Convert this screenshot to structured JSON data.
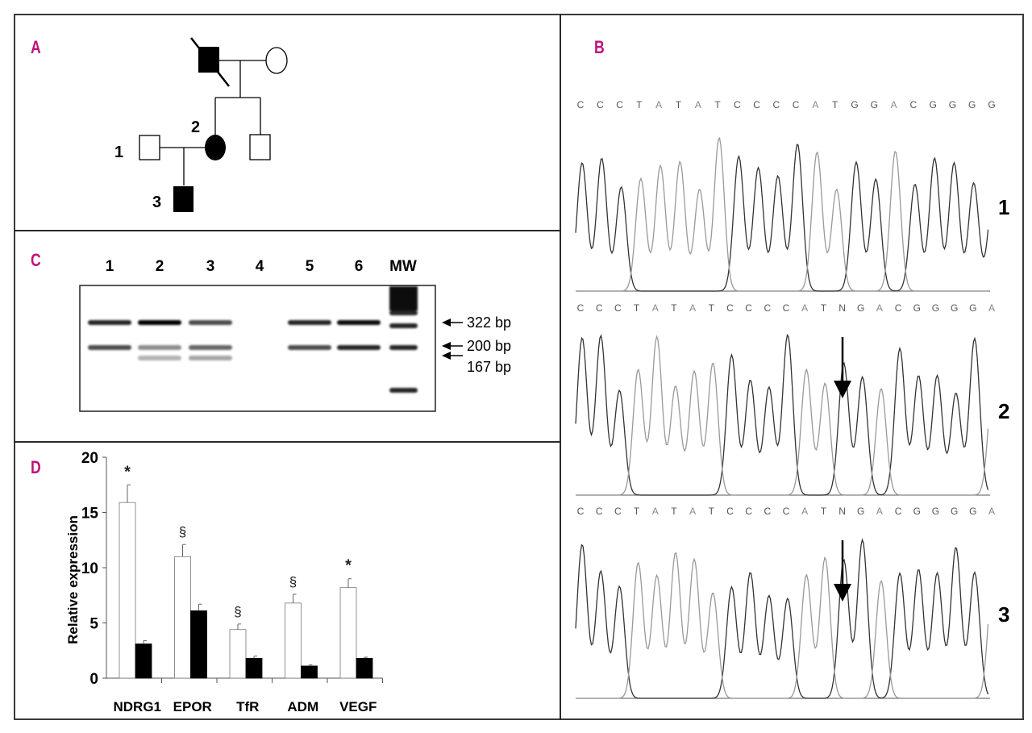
{
  "figure": {
    "panel_labels": {
      "a": "A",
      "b": "B",
      "c": "C",
      "d": "D"
    },
    "accent_color": "#c0117a"
  },
  "pedigree": {
    "individual_labels": [
      "1",
      "2",
      "3"
    ],
    "members": [
      {
        "id": "grandfather",
        "sex": "male",
        "affected": true,
        "deceased": true
      },
      {
        "id": "grandmother",
        "sex": "female",
        "affected": false
      },
      {
        "id": "1",
        "sex": "male",
        "affected": false
      },
      {
        "id": "2",
        "sex": "female",
        "affected": true
      },
      {
        "id": "uncle",
        "sex": "male",
        "affected": false
      },
      {
        "id": "3",
        "sex": "male",
        "affected": true
      }
    ]
  },
  "sequencing": {
    "traces": [
      {
        "label": "1",
        "bases": [
          "C",
          "C",
          "C",
          "T",
          "A",
          "T",
          "A",
          "T",
          "C",
          "C",
          "C",
          "C",
          "A",
          "T",
          "G",
          "G",
          "A",
          "C",
          "G",
          "G",
          "G",
          "G"
        ],
        "mutation_arrow": false
      },
      {
        "label": "2",
        "bases": [
          "C",
          "C",
          "C",
          "T",
          "A",
          "T",
          "A",
          "T",
          "C",
          "C",
          "C",
          "C",
          "A",
          "T",
          "N",
          "G",
          "A",
          "C",
          "G",
          "G",
          "G",
          "G",
          "A"
        ],
        "mutation_arrow": true
      },
      {
        "label": "3",
        "bases": [
          "C",
          "C",
          "C",
          "T",
          "A",
          "T",
          "A",
          "T",
          "C",
          "C",
          "C",
          "C",
          "A",
          "T",
          "N",
          "G",
          "A",
          "C",
          "G",
          "G",
          "G",
          "G",
          "A"
        ],
        "mutation_arrow": true
      }
    ]
  },
  "gel": {
    "lanes": [
      "1",
      "2",
      "3",
      "4",
      "5",
      "6",
      "MW"
    ],
    "size_markers": [
      "322 bp",
      "200 bp",
      "167 bp"
    ],
    "band_pattern": [
      {
        "lane": "1",
        "bands": [
          "322 bp",
          "200 bp"
        ]
      },
      {
        "lane": "2",
        "bands": [
          "322 bp",
          "200 bp",
          "167 bp"
        ]
      },
      {
        "lane": "3",
        "bands": [
          "322 bp",
          "200 bp",
          "167 bp"
        ]
      },
      {
        "lane": "4",
        "bands": []
      },
      {
        "lane": "5",
        "bands": [
          "322 bp",
          "200 bp"
        ]
      },
      {
        "lane": "6",
        "bands": [
          "322 bp",
          "200 bp"
        ]
      },
      {
        "lane": "MW",
        "bands": [
          "ladder"
        ]
      }
    ]
  },
  "chart_data": {
    "type": "bar",
    "title": "",
    "xlabel": "",
    "ylabel": "Relative expression",
    "categories": [
      "NDRG1",
      "EPOR",
      "TfR",
      "ADM",
      "VEGF"
    ],
    "ylim": [
      0,
      20
    ],
    "yticks": [
      0,
      5,
      10,
      15,
      20
    ],
    "ytick_labels": [
      "0",
      "5",
      "10",
      "15",
      "20"
    ],
    "grid": false,
    "legend": "none",
    "series": [
      {
        "name": "white",
        "fill": "#ffffff",
        "values": [
          15.9,
          11.0,
          4.4,
          6.8,
          8.2
        ],
        "errors": [
          1.6,
          1.1,
          0.5,
          0.8,
          0.8
        ]
      },
      {
        "name": "black",
        "fill": "#000000",
        "values": [
          3.1,
          6.1,
          1.8,
          1.1,
          1.8
        ],
        "errors": [
          0.3,
          0.6,
          0.2,
          0.1,
          0.1
        ]
      }
    ],
    "annotations": [
      "*",
      "§",
      "§",
      "§",
      "*"
    ]
  }
}
